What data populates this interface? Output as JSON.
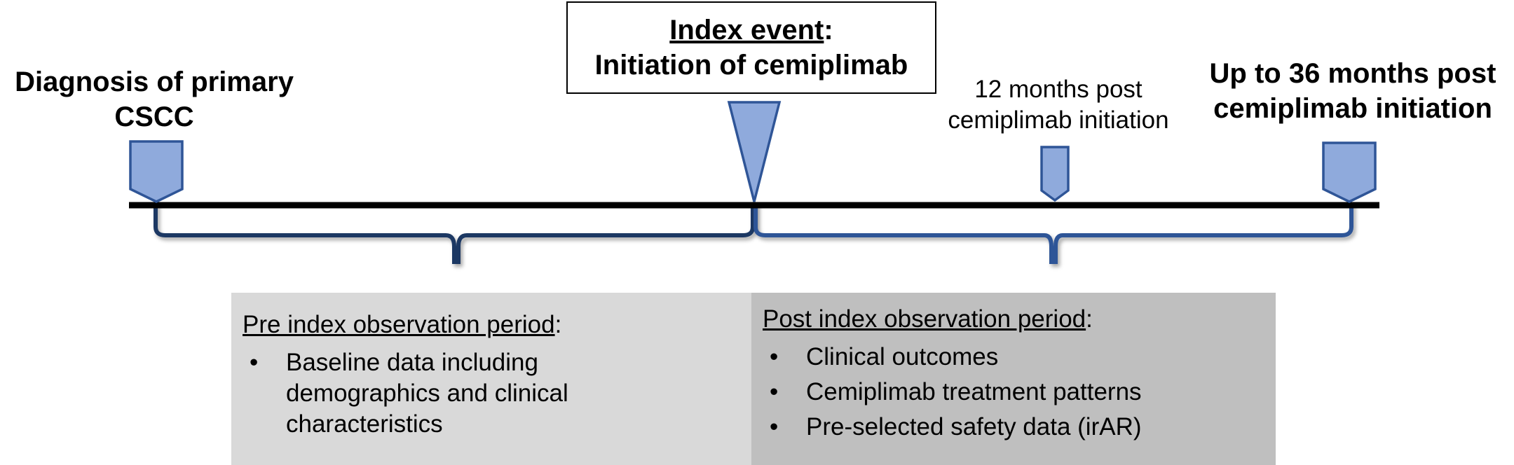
{
  "timeline": {
    "diagnosis": {
      "line1": "Diagnosis of primary",
      "line2": "CSCC"
    },
    "index_event": {
      "title": "Index event",
      "title_suffix": ":",
      "subtitle": "Initiation of cemiplimab"
    },
    "month12": {
      "line1": "12 months post",
      "line2": "cemiplimab initiation"
    },
    "month36": {
      "line1": "Up to 36 months post",
      "line2": "cemiplimab initiation"
    }
  },
  "pre_index": {
    "title": "Pre index observation period",
    "title_suffix": ":",
    "bullet_glyph": "•",
    "items": [
      {
        "line1": "Baseline data including",
        "line2": "demographics and clinical",
        "line3": "characteristics"
      }
    ]
  },
  "post_index": {
    "title": "Post index observation period",
    "title_suffix": ":",
    "bullet_glyph": "•",
    "items": [
      "Clinical outcomes",
      "Cemiplimab treatment patterns",
      "Pre-selected safety data (irAR)"
    ]
  },
  "colors": {
    "marker_fill": "#8faadc",
    "marker_stroke": "#2f5597",
    "pre_bracket": "#1f3864",
    "post_bracket": "#2f5597",
    "timeline": "#000000",
    "pre_panel": "#d9d9d9",
    "post_panel": "#bfbfbf"
  }
}
